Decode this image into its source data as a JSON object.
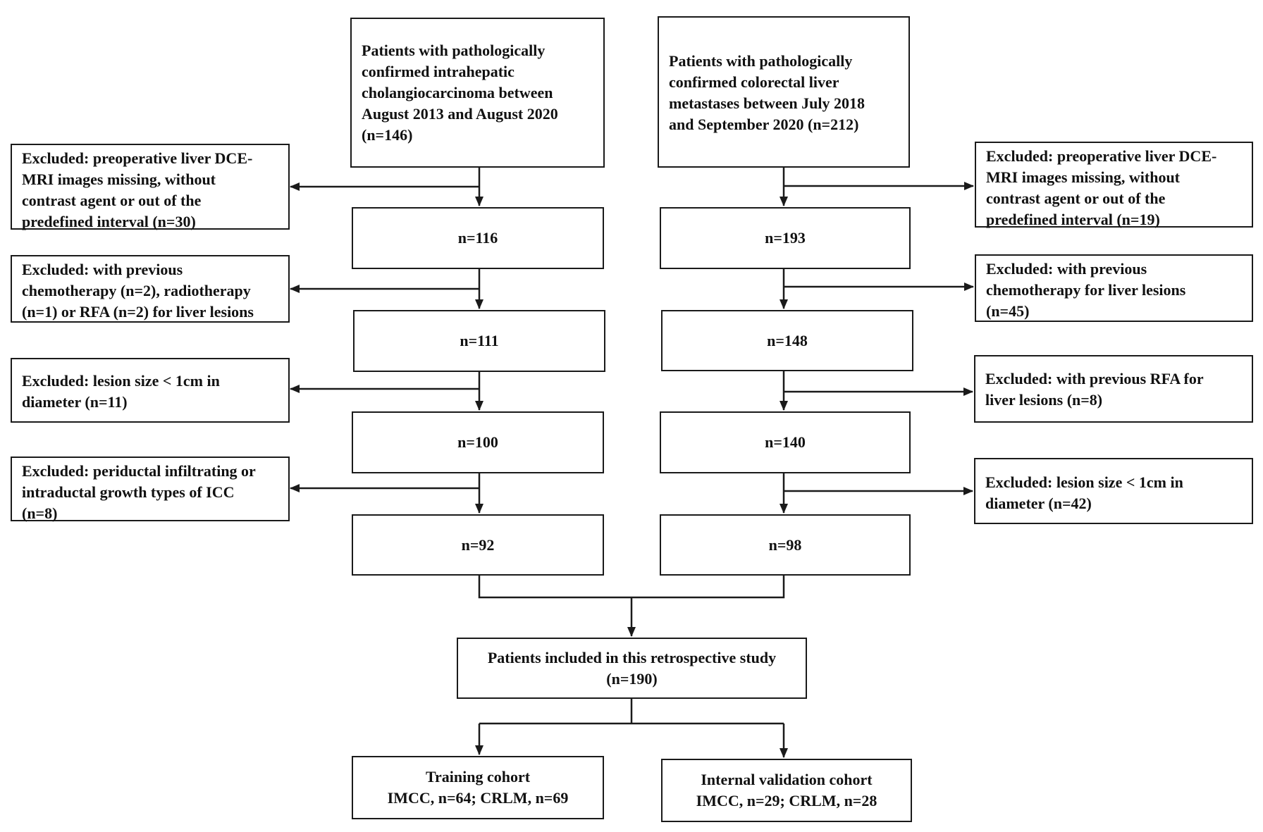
{
  "left_column": {
    "source": [
      "Patients with pathologically",
      "confirmed intrahepatic",
      "cholangiocarcinoma between",
      "August 2013 and August 2020",
      "(n=146)"
    ],
    "counts": [
      "n=116",
      "n=111",
      "n=100",
      "n=92"
    ],
    "exclusions": [
      [
        "Excluded: preoperative liver DCE-",
        "MRI images missing, without",
        "contrast agent or out of the",
        "predefined interval (n=30)"
      ],
      [
        "Excluded: with previous",
        "chemotherapy (n=2), radiotherapy",
        "(n=1) or RFA (n=2) for liver lesions"
      ],
      [
        "Excluded: lesion size < 1cm in",
        "diameter (n=11)"
      ],
      [
        "Excluded: periductal infiltrating or",
        "intraductal growth types of ICC",
        "(n=8)"
      ]
    ]
  },
  "right_column": {
    "source": [
      "Patients with pathologically",
      "confirmed colorectal liver",
      "metastases between July 2018",
      "and September 2020 (n=212)"
    ],
    "counts": [
      "n=193",
      "n=148",
      "n=140",
      "n=98"
    ],
    "exclusions": [
      [
        "Excluded: preoperative liver DCE-",
        "MRI images missing, without",
        "contrast agent or out of the",
        "predefined interval (n=19)"
      ],
      [
        "Excluded: with previous",
        "chemotherapy for liver lesions",
        "(n=45)"
      ],
      [
        "Excluded: with previous RFA for",
        "liver lesions (n=8)"
      ],
      [
        "Excluded: lesion size < 1cm in",
        "diameter (n=42)"
      ]
    ]
  },
  "included": [
    "Patients included in this retrospective study",
    "(n=190)"
  ],
  "training": [
    "Training cohort",
    "IMCC, n=64; CRLM, n=69"
  ],
  "validation": [
    "Internal validation cohort",
    "IMCC, n=29; CRLM, n=28"
  ],
  "colors": {
    "line": "#1a1a1a",
    "box_border": "#1a1a1a",
    "background": "#ffffff",
    "text": "#111111"
  }
}
